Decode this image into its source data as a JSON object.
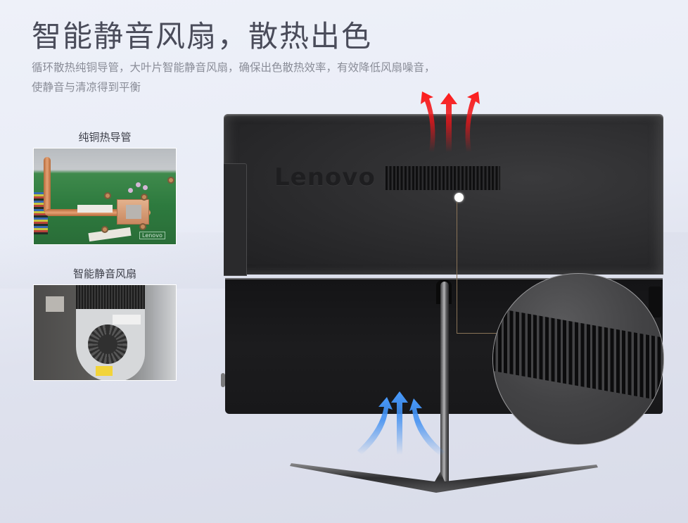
{
  "header": {
    "title": "智能静音风扇，散热出色",
    "subtitle_line1": "循环散热纯铜导管，大叶片智能静音风扇，确保出色散热效率，有效降低风扇噪音，",
    "subtitle_line2": "使静音与清凉得到平衡"
  },
  "features": [
    {
      "label": "纯铜热导管",
      "image": "copper-heat-pipe-photo"
    },
    {
      "label": "智能静音风扇",
      "image": "silent-fan-photo"
    }
  ],
  "product": {
    "brand_logo": "Lenovo",
    "pcb_logo": "Lenovo",
    "hot_air_arrow_color": "#e8161b",
    "cool_air_arrow_color": "#3d8ef2",
    "leader_line_color": "#8a7458"
  },
  "colors": {
    "background": "#e9ecf6",
    "title": "#4a4c5a",
    "subtitle": "#8a8d98",
    "monitor_body": "#2b2b2d"
  }
}
